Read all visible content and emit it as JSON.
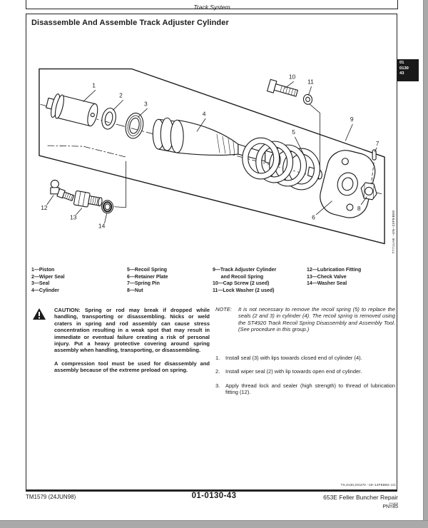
{
  "page": {
    "header": "Track System",
    "title": "Disassemble And Assemble Track Adjuster Cylinder",
    "tab": {
      "line1": "01",
      "line2": "0130",
      "line3": "43"
    },
    "figure": {
      "labels": [
        "1",
        "2",
        "3",
        "4",
        "5",
        "6",
        "7",
        "8",
        "9",
        "10",
        "11",
        "12",
        "13",
        "14"
      ],
      "vertical_id": "T7711AE  –UN–23FEB89"
    },
    "parts": {
      "col1": [
        "1—Piston",
        "2—Wiper Seal",
        "3—Seal",
        "4—Cylinder"
      ],
      "col2": [
        "5—Recoil Spring",
        "6—Retainer Plate",
        "7—Spring Pin",
        "8—Nut"
      ],
      "col3": [
        "9—Track Adjuster Cylinder",
        "      and Recoil Spring",
        "10—Cap Screw (2 used)",
        "11—Lock Washer (2 used)"
      ],
      "col4": [
        "12—Lubrication Fitting",
        "13—Check Valve",
        "14—Washer Seal"
      ]
    },
    "caution": {
      "p1": "CAUTION: Spring or rod may break if dropped while handling, transporting or disassembling. Nicks or weld craters in spring and rod assembly can cause stress concentration resulting in a weak spot that may result in immediate or eventual failure creating a risk of personal injury. Put a heavy protective covering around spring assembly when handling, transporting, or disassembling.",
      "p2": "A compression tool must be used for disassembly and assembly because of the extreme preload on spring."
    },
    "note": {
      "label": "NOTE:",
      "text": "It is not necessary to remove the recoil spring (5) to replace the seals (2 and 3) in cylinder (4). The recoil spring is removed using the ST4920 Track Recoil Spring Disassembly and Assembly Tool.(See procedure in this group.)"
    },
    "steps": [
      {
        "num": "1.",
        "text": "Install seal (3) with lips towards closed end of cylinder (4)."
      },
      {
        "num": "2.",
        "text": "Install wiper seal (2) with lip towards open end of cylinder."
      },
      {
        "num": "3.",
        "text": "Apply thread lock and sealer (high strength) to thread of lubrication fitting (12)."
      }
    ],
    "figure_ref": "TX,0130,GG270   –19–14FEB92–1/1",
    "footer": {
      "left": "TM1579 (24JUN98)",
      "center": "01-0130-43",
      "right": "653E Feller Buncher Repair",
      "right_small": "111403",
      "right_pn": "PN=85"
    },
    "colors": {
      "ink": "#1c1c1c",
      "paper": "#ffffff",
      "tab_bg": "#191919",
      "edge_gray": "#a9a9a9"
    }
  }
}
